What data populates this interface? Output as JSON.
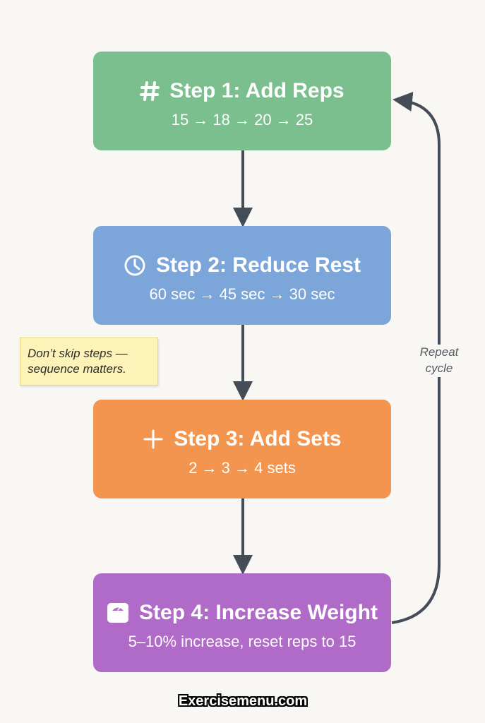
{
  "steps": [
    {
      "title": "Step 1: Add Reps",
      "subtitle": "15 → 18 → 20 → 25",
      "icon": "hash-icon",
      "color": "#7bbf8f"
    },
    {
      "title": "Step 2: Reduce Rest",
      "subtitle": "60 sec → 45 sec → 30 sec",
      "icon": "clock-icon",
      "color": "#7ca5d9"
    },
    {
      "title": "Step 3: Add Sets",
      "subtitle": "2 → 3 → 4 sets",
      "icon": "plus-icon",
      "color": "#f3954e"
    },
    {
      "title": "Step 4: Increase Weight",
      "subtitle": "5–10% increase, reset reps to 15",
      "icon": "scale-icon",
      "color": "#b06ac8"
    }
  ],
  "note": {
    "line1": "Don’t skip steps —",
    "line2": "sequence matters."
  },
  "loop": {
    "line1": "Repeat",
    "line2": "cycle"
  },
  "footer": {
    "text": "Exercisemenu.com"
  },
  "colors": {
    "arrow": "#434c57",
    "background": "#f8f7f4",
    "note_bg": "#fdf3b9"
  }
}
